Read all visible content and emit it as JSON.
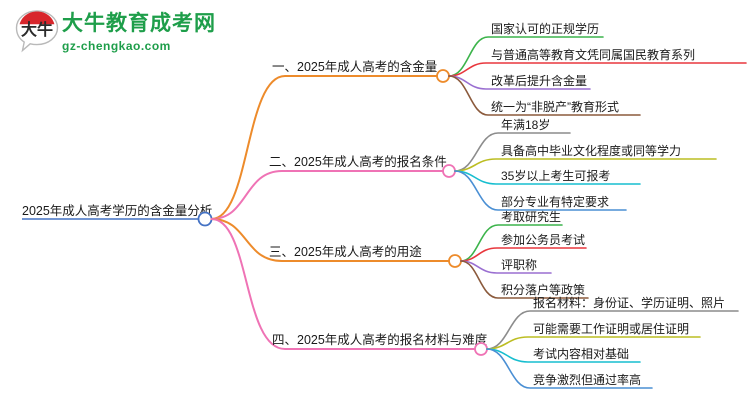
{
  "header": {
    "logo_icon": "speech-bubble-logo-icon",
    "logo_glyph": "大牛",
    "brand_name": "大牛教育成考网",
    "brand_url": "gz-chengkao.com",
    "brand_color": "#1e9e4a",
    "logo_accent_color": "#d8262c"
  },
  "mindmap": {
    "root": {
      "label": "2025年成人高考学历的含金量分析",
      "color": "#4472c4"
    },
    "branches": [
      {
        "label": "一、2025年成人高考的含金量",
        "color": "#ed8b2b",
        "children": [
          {
            "label": "国家认可的正规学历",
            "color": "#3cb44b"
          },
          {
            "label": "与普通高等教育文凭同属国民教育系列",
            "color": "#e8373d"
          },
          {
            "label": "改革后提升含金量",
            "color": "#9a6fd1"
          },
          {
            "label": "统一为“非脱产”教育形式",
            "color": "#8b5a3c"
          }
        ]
      },
      {
        "label": "二、2025年成人高考的报名条件",
        "color": "#ef73b5",
        "children": [
          {
            "label": "年满18岁",
            "color": "#8c8c8c"
          },
          {
            "label": "具备高中毕业文化程度或同等学力",
            "color": "#bcbd22"
          },
          {
            "label": "35岁以上考生可报考",
            "color": "#17becf"
          },
          {
            "label": "部分专业有特定要求",
            "color": "#4a8fd4"
          }
        ]
      },
      {
        "label": "三、2025年成人高考的用途",
        "color": "#ed8b2b",
        "children": [
          {
            "label": "考取研究生",
            "color": "#3cb44b"
          },
          {
            "label": "参加公务员考试",
            "color": "#e8373d"
          },
          {
            "label": "评职称",
            "color": "#9a6fd1"
          },
          {
            "label": "积分落户等政策",
            "color": "#8b5a3c"
          }
        ]
      },
      {
        "label": "四、2025年成人高考的报名材料与难度",
        "color": "#ef73b5",
        "children": [
          {
            "label": "报名材料：身份证、学历证明、照片",
            "color": "#8c8c8c"
          },
          {
            "label": "可能需要工作证明或居住证明",
            "color": "#bcbd22"
          },
          {
            "label": "考试内容相对基础",
            "color": "#17becf"
          },
          {
            "label": "竞争激烈但通过率高",
            "color": "#4a8fd4"
          }
        ]
      }
    ]
  }
}
